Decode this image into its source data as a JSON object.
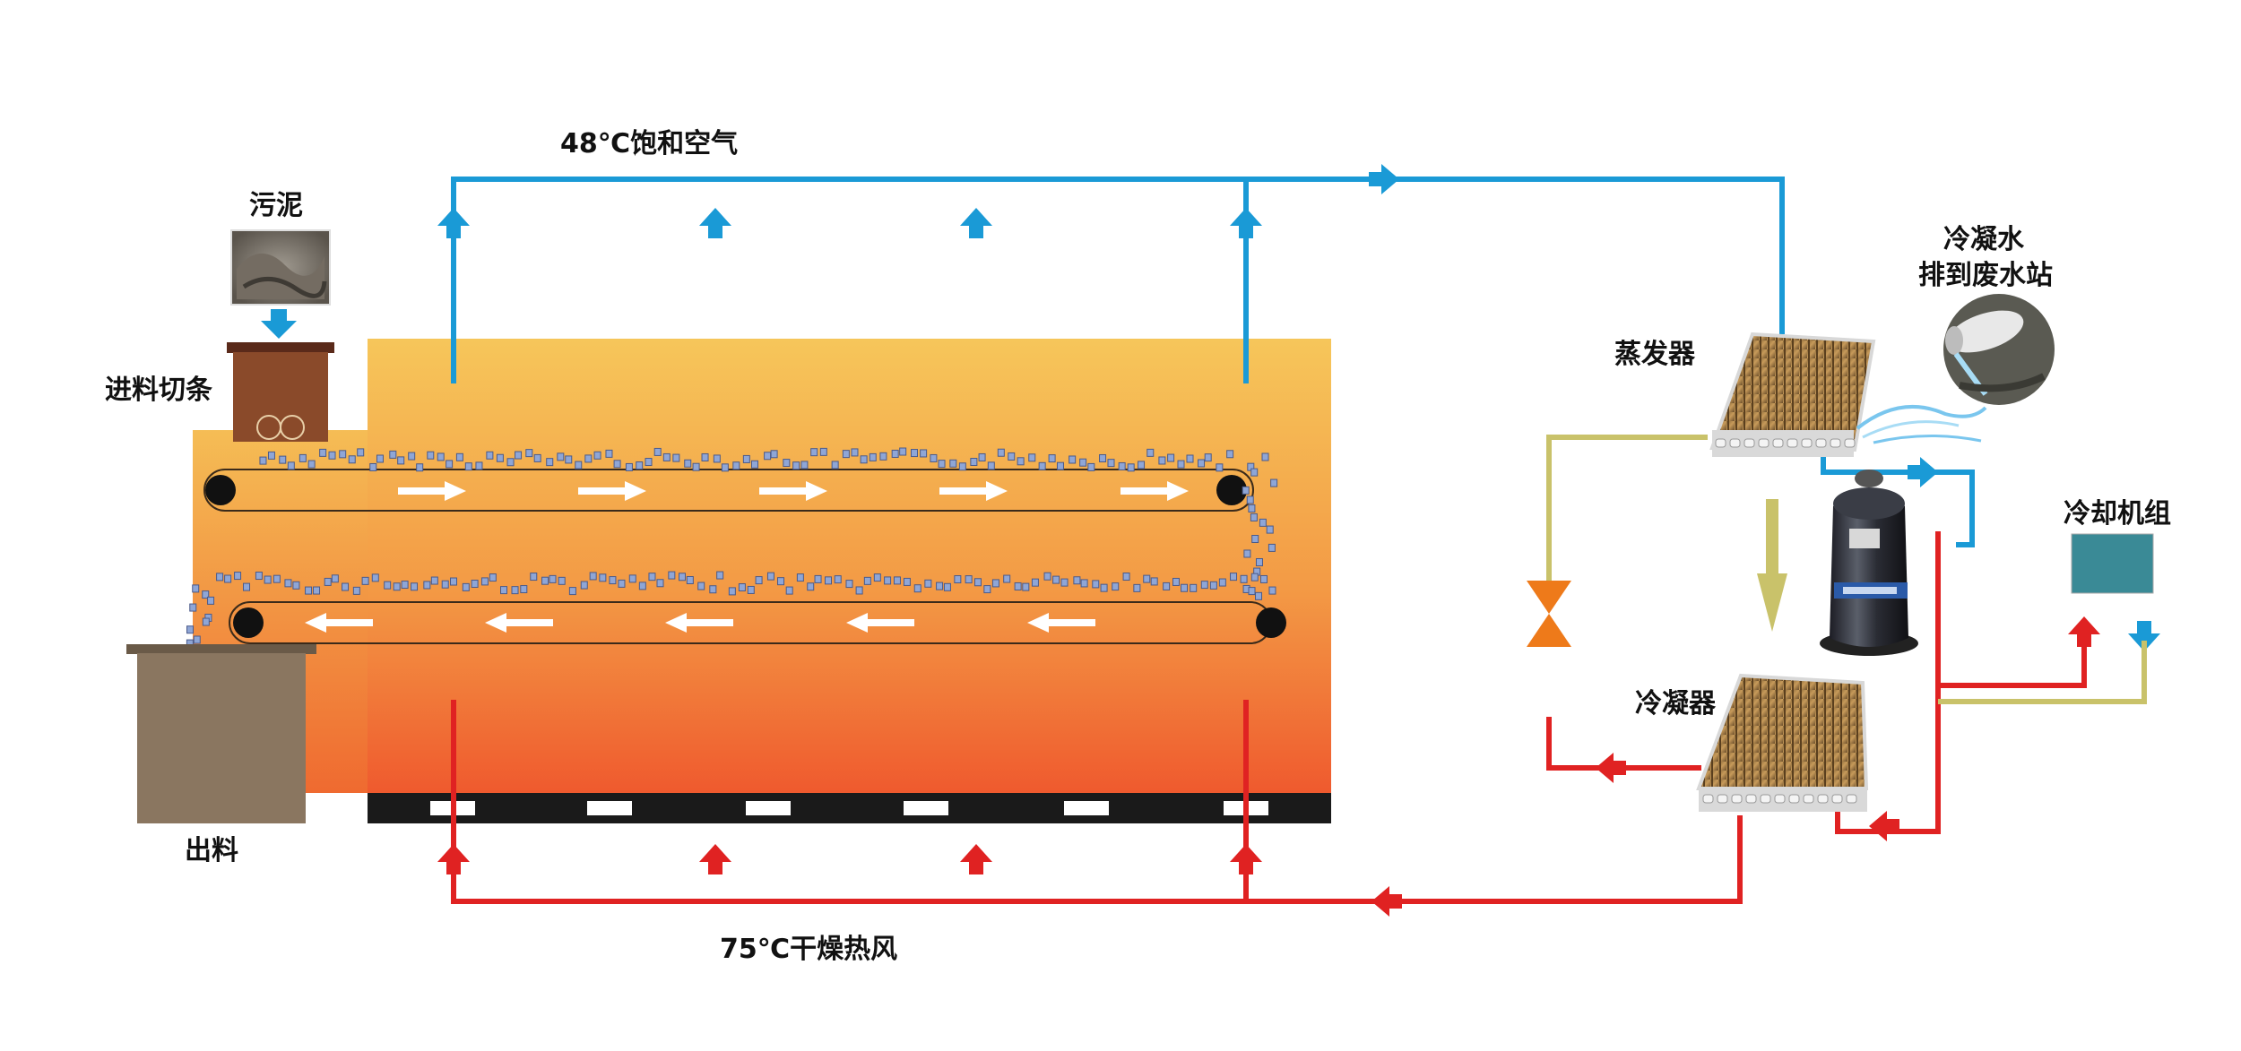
{
  "labels": {
    "air_48": "48℃饱和空气",
    "air_75": "75℃干燥热风",
    "sludge": "污泥",
    "feed": "进料切条",
    "output": "出料",
    "evaporator": "蒸发器",
    "condenser": "冷凝器",
    "condensate_line1": "冷凝水",
    "condensate_line2": "排到废水站",
    "cooling_unit": "冷却机组"
  },
  "colors": {
    "blue_air": "#1a9ad6",
    "red_air": "#e02222",
    "refrigerant_line": "#c9c26a",
    "dryer_top": "#f6c65a",
    "dryer_bottom": "#ef5a2e",
    "belt_dark": "#1a1a1a",
    "expansion_valve": "#ee7a1a",
    "cooling_unit": "#3a8a96",
    "bin": "#8a7660",
    "pellet": "#8fa6d6"
  },
  "icons": {
    "belt_arrow": "white-arrow-icon",
    "air_arrow": "flow-arrow-icon",
    "valve": "expansion-valve-icon",
    "compressor": "compressor-icon",
    "coil": "heat-exchanger-coil-icon"
  }
}
